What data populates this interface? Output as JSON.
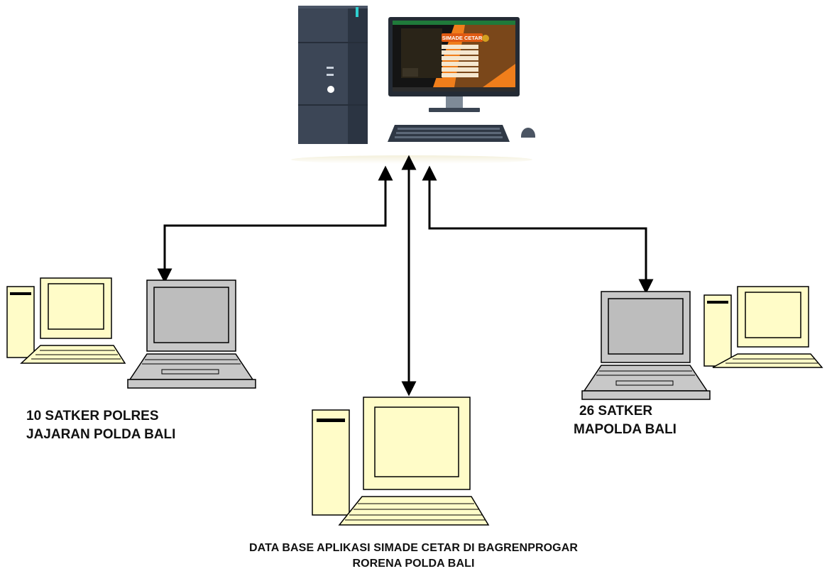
{
  "server": {
    "screen_title": "SIMADE CETAR"
  },
  "labels": {
    "polres": [
      "10 SATKER POLRES",
      "JAJARAN POLDA BALI"
    ],
    "mapolda": [
      "26 SATKER",
      "MAPOLDA BALI"
    ],
    "database": [
      "DATA BASE APLIKASI SIMADE CETAR DI BAGRENPROGAR",
      "RORENA POLDA BALI"
    ]
  },
  "colors": {
    "retro_pc_fill": "#fffcc8",
    "laptop_fill": "#c8c8c8",
    "tower_dark": "#2b3442",
    "accent_orange": "#f07e1b"
  }
}
